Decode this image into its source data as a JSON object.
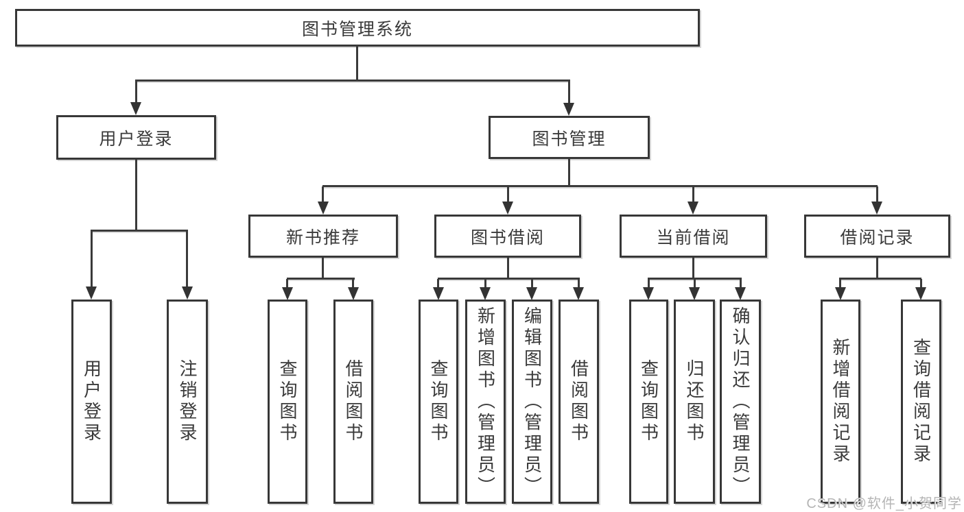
{
  "colors": {
    "line": "#3a3a3a",
    "box_border": "#373737",
    "text": "#3a3a3a",
    "watermark": "#b5b5b5",
    "background": "#ffffff"
  },
  "watermark": "CSDN @软件_小贺同学",
  "root": {
    "label": "图书管理系统"
  },
  "branches": [
    {
      "label": "用户登录",
      "children": [
        {
          "label": "用户登录"
        },
        {
          "label": "注销登录"
        }
      ]
    },
    {
      "label": "图书管理",
      "children": [
        {
          "label": "新书推荐",
          "children": [
            {
              "label": "查询图书"
            },
            {
              "label": "借阅图书"
            }
          ]
        },
        {
          "label": "图书借阅",
          "children": [
            {
              "label": "查询图书"
            },
            {
              "label": "新增图书（管理员）"
            },
            {
              "label": "编辑图书（管理员）"
            },
            {
              "label": "借阅图书"
            }
          ]
        },
        {
          "label": "当前借阅",
          "children": [
            {
              "label": "查询图书"
            },
            {
              "label": "归还图书"
            },
            {
              "label": "确认归还（管理员）"
            }
          ]
        },
        {
          "label": "借阅记录",
          "children": [
            {
              "label": "新增借阅记录"
            },
            {
              "label": "查询借阅记录"
            }
          ]
        }
      ]
    }
  ]
}
